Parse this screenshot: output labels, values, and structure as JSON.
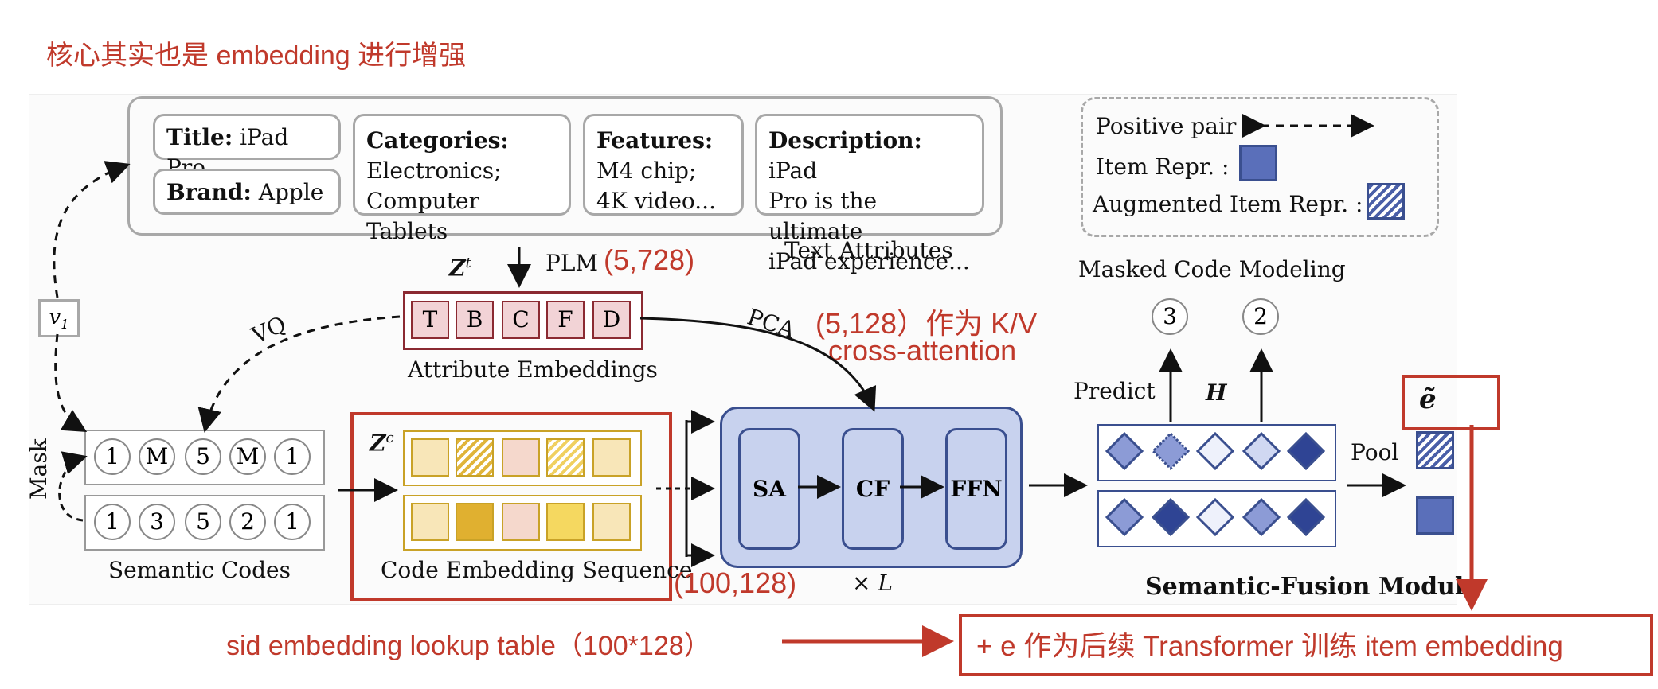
{
  "notes": {
    "top": "核心其实也是 embedding 进行增强",
    "plm_shape": "(5,728)",
    "kv_line1": "(5,128）作为 K/V",
    "kv_line2": "cross-attention",
    "code_shape": "(100,128)",
    "lookup": "sid embedding lookup table（100*128）",
    "final": "+ e 作为后续 Transformer 训练 item embedding"
  },
  "text_attributes": {
    "title_key": "Title:",
    "title_val": " iPad Pro",
    "brand_key": "Brand:",
    "brand_val": " Apple",
    "categories_key": "Categories:",
    "categories_l1": "Electronics;",
    "categories_l2": "Computer Tablets",
    "features_key": "Features:",
    "features_l1": "M4 chip;",
    "features_l2": "4K video...",
    "description_key": "Description:",
    "description_val": " iPad",
    "description_l2": "Pro is the ultimate",
    "description_l3": "iPad experience...",
    "label": "Text Attributes"
  },
  "legend": {
    "positive_pair": "Positive pair :",
    "item_repr": "Item Repr. :",
    "augmented": "Augmented Item Repr. :"
  },
  "labels": {
    "zt": "Z",
    "zt_sup": "t",
    "plm": "PLM",
    "vq": "VQ",
    "pca": "PCA",
    "attr_emb": "Attribute Embeddings",
    "v1": "v",
    "v1_sub": "1",
    "mask": "Mask",
    "semantic_codes": "Semantic Codes",
    "zc": "Z",
    "zc_sup": "c",
    "code_emb_seq": "Code Embedding Sequence",
    "sa": "SA",
    "cf": "CF",
    "ffn": "FFN",
    "times_l": "× L",
    "predict": "Predict",
    "h": "H",
    "masked_code": "Masked Code Modeling",
    "pool": "Pool",
    "e_tilde": "ẽ",
    "sfm": "Semantic-Fusion Module"
  },
  "attr_tokens": [
    "T",
    "B",
    "C",
    "F",
    "D"
  ],
  "masked_codes": [
    "1",
    "M",
    "5",
    "M",
    "1"
  ],
  "codes": [
    "1",
    "3",
    "5",
    "2",
    "1"
  ],
  "predicted": [
    "3",
    "2"
  ],
  "colors": {
    "annotation": "#c0392b",
    "transformer": "#c8d2ee",
    "token": "#f2d3d6",
    "gold": "#c9a227"
  }
}
